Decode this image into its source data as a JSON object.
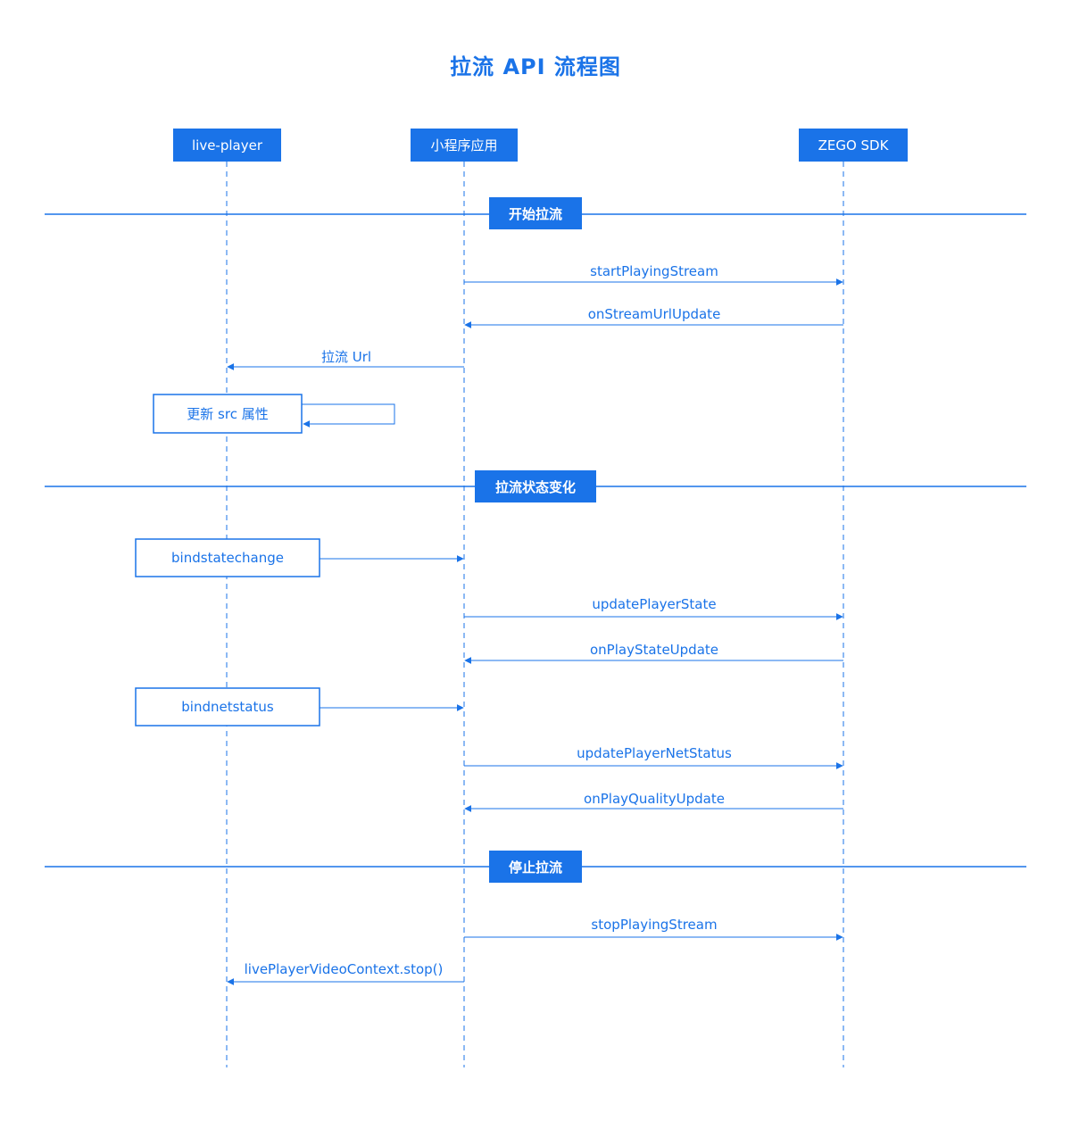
{
  "title": "拉流 API 流程图",
  "participants": [
    {
      "label": "live-player"
    },
    {
      "label": "小程序应用"
    },
    {
      "label": "ZEGO SDK"
    }
  ],
  "sections": [
    {
      "label": "开始拉流"
    },
    {
      "label": "拉流状态变化"
    },
    {
      "label": "停止拉流"
    }
  ],
  "messages": [
    {
      "label": "startPlayingStream",
      "from": "小程序应用",
      "to": "ZEGO SDK"
    },
    {
      "label": "onStreamUrlUpdate",
      "from": "ZEGO SDK",
      "to": "小程序应用"
    },
    {
      "label": "拉流 Url",
      "from": "小程序应用",
      "to": "live-player"
    },
    {
      "label": "updatePlayerState",
      "from": "小程序应用",
      "to": "ZEGO SDK"
    },
    {
      "label": "onPlayStateUpdate",
      "from": "ZEGO SDK",
      "to": "小程序应用"
    },
    {
      "label": "updatePlayerNetStatus",
      "from": "小程序应用",
      "to": "ZEGO SDK"
    },
    {
      "label": "onPlayQualityUpdate",
      "from": "ZEGO SDK",
      "to": "小程序应用"
    },
    {
      "label": "stopPlayingStream",
      "from": "小程序应用",
      "to": "ZEGO SDK"
    },
    {
      "label": "livePlayerVideoContext.stop()",
      "from": "小程序应用",
      "to": "live-player"
    }
  ],
  "boxes": [
    {
      "label": "更新 src 属性"
    },
    {
      "label": "bindstatechange"
    },
    {
      "label": "bindnetstatus"
    }
  ],
  "colors": {
    "accent": "#1a73e8",
    "background": "#ffffff"
  }
}
